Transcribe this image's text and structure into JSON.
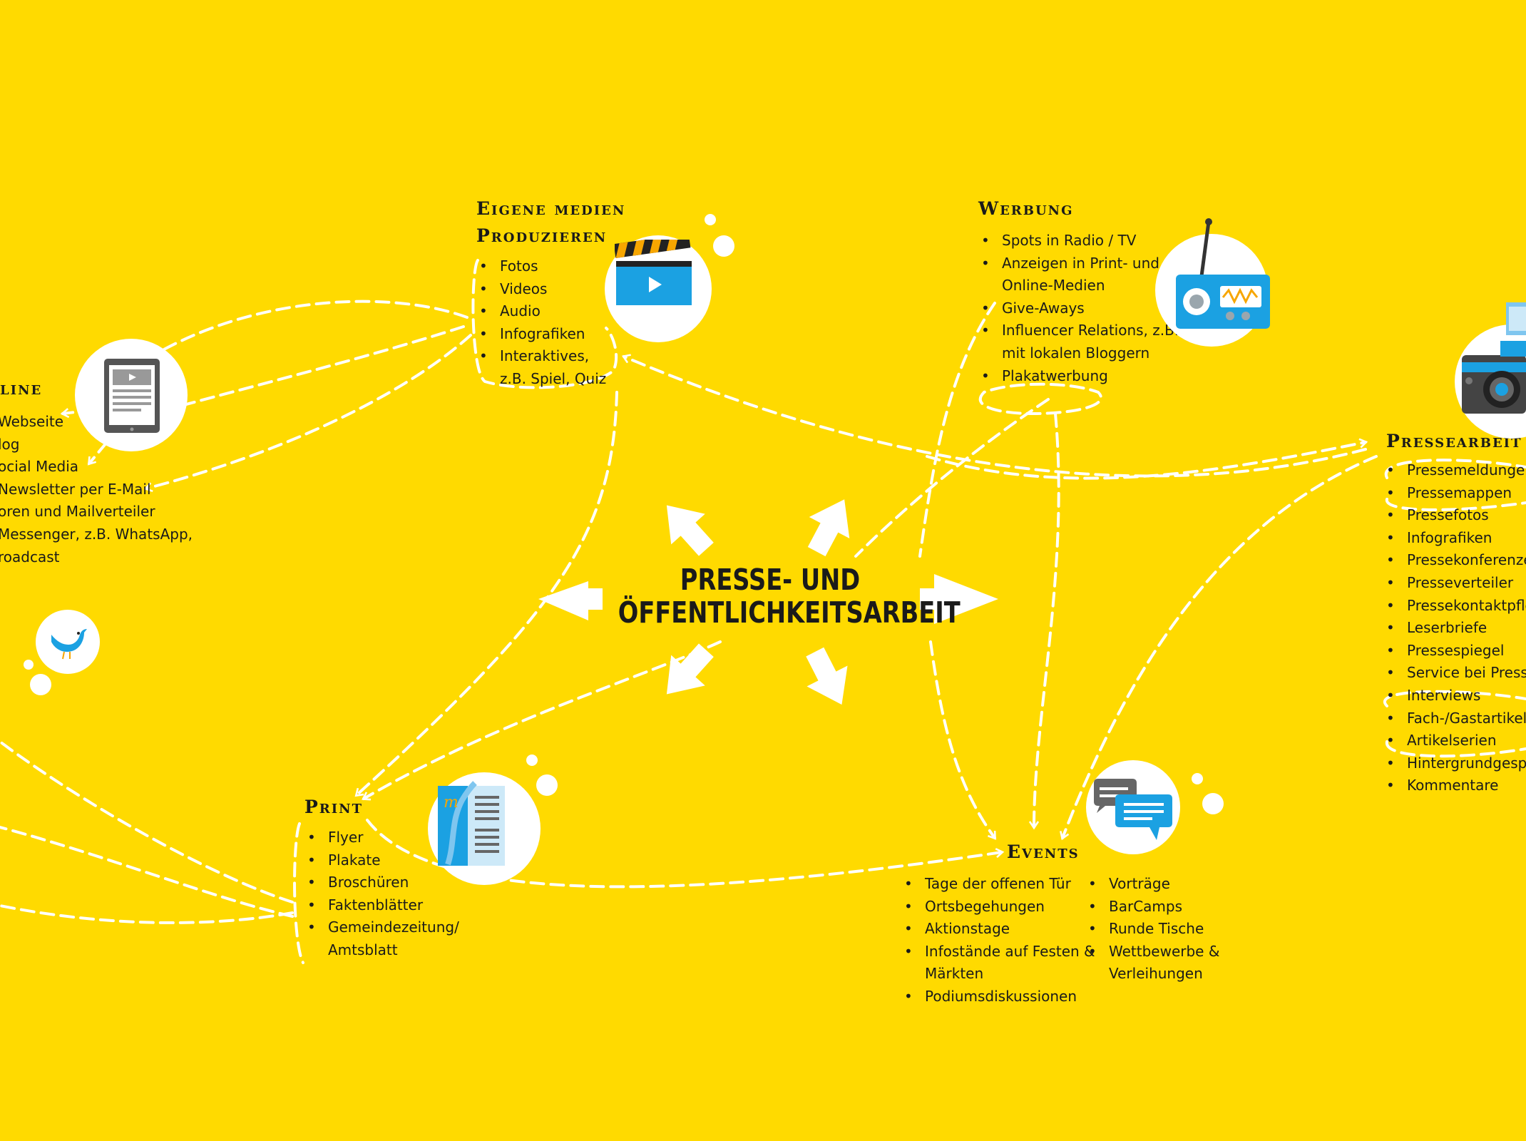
{
  "center": {
    "line1": "PRESSE- UND",
    "line2": "ÖFFENTLICHKEITSARBEIT"
  },
  "sections": {
    "eigene_medien": {
      "title_line1": "Eigene medien",
      "title_line2": "Produzieren",
      "items": [
        "Fotos",
        "Videos",
        "Audio",
        "Infografiken",
        "Interaktives,",
        "z.B. Spiel, Quiz"
      ]
    },
    "werbung": {
      "title": "Werbung",
      "items": [
        "Spots in Radio / TV",
        "Anzeigen in Print- und",
        "Online-Medien",
        "Give-Aways",
        "Influencer Relations, z.B.",
        "mit lokalen Bloggern",
        "Plakatwerbung"
      ]
    },
    "online": {
      "title": "line",
      "items": [
        "Webseite",
        "log",
        "ocial Media",
        "Newsletter per E-Mail",
        "oren und Mailverteiler",
        "Messenger, z.B. WhatsApp,",
        "roadcast"
      ]
    },
    "pressearbeit": {
      "title": "Pressearbeit",
      "items": [
        "Pressemeldungen",
        "Pressemappen",
        "Pressefotos",
        "Infografiken",
        "Pressekonferenzen",
        "Presseverteiler",
        "Pressekontaktpflege",
        "Leserbriefe",
        "Pressespiegel",
        "Service bei Pressean",
        "Interviews",
        "Fach-/Gastartikel",
        "Artikelserien",
        "Hintergrundgesprä",
        "Kommentare"
      ]
    },
    "print": {
      "title": "Print",
      "items": [
        "Flyer",
        "Plakate",
        "Broschüren",
        "Faktenblätter",
        "Gemeindezeitung/",
        "Amtsblatt"
      ]
    },
    "events": {
      "title": "Events",
      "items_left": [
        "Tage der offenen Tür",
        "Ortsbegehungen",
        "Aktionstage",
        "Infostände auf Festen &",
        "Märkten",
        "Podiumsdiskussionen"
      ],
      "items_right": [
        "Vorträge",
        "BarCamps",
        "Runde Tische",
        "Wettbewerbe &",
        "Verleihungen"
      ]
    }
  },
  "icons": {
    "video": "film-clapper-icon",
    "radio": "radio-icon",
    "tablet": "tablet-video-icon",
    "twitter": "bird-icon",
    "camera": "camera-icon",
    "print": "magazine-icon",
    "events": "speech-bubbles-icon"
  },
  "colors": {
    "background": "#FFDA00",
    "text": "#1a1a1a",
    "line": "#ffffff",
    "accent_blue": "#1BA1E2"
  }
}
